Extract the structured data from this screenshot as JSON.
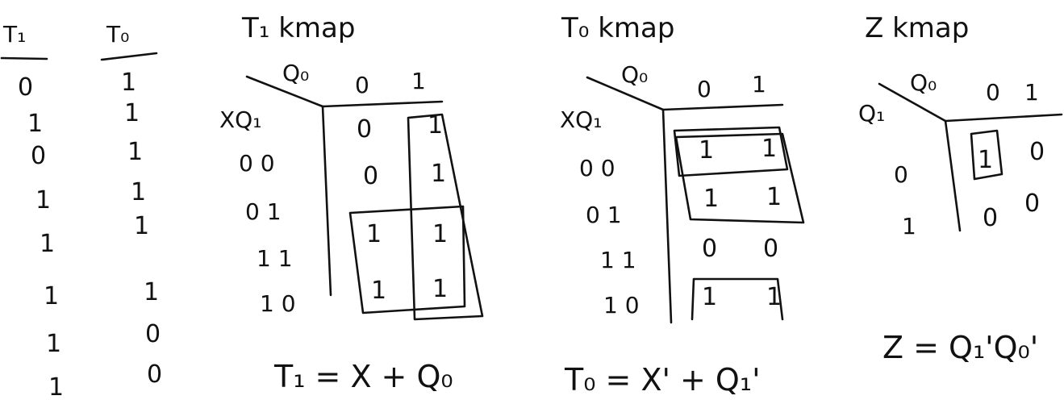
{
  "truth_columns": {
    "t1": {
      "header": "T₁",
      "values": [
        "0",
        "1",
        "0",
        "1",
        "1",
        "1",
        "1",
        "1"
      ]
    },
    "t0": {
      "header": "T₀",
      "values": [
        "1",
        "1",
        "1",
        "1",
        "1",
        "1",
        "0",
        "0"
      ]
    }
  },
  "kmaps": {
    "t1": {
      "title": "T₁ kmap",
      "col_var": "Q₀",
      "row_var": "XQ₁",
      "col_headers": [
        "0",
        "1"
      ],
      "row_headers": [
        "0 0",
        "0 1",
        "1 1",
        "1 0"
      ],
      "cells": [
        [
          "0",
          "1"
        ],
        [
          "0",
          "1"
        ],
        [
          "1",
          "1"
        ],
        [
          "1",
          "1"
        ]
      ],
      "equation": "T₁ = X + Q₀"
    },
    "t0": {
      "title": "T₀ kmap",
      "col_var": "Q₀",
      "row_var": "XQ₁",
      "col_headers": [
        "0",
        "1"
      ],
      "row_headers": [
        "0 0",
        "0 1",
        "1 1",
        "1 0"
      ],
      "cells": [
        [
          "1",
          "1"
        ],
        [
          "1",
          "1"
        ],
        [
          "0",
          "0"
        ],
        [
          "1",
          "1"
        ]
      ],
      "equation": "T₀ = X' + Q₁'"
    },
    "z": {
      "title": "Z kmap",
      "col_var": "Q₀",
      "row_var": "Q₁",
      "col_headers": [
        "0",
        "1"
      ],
      "row_headers": [
        "0",
        "1"
      ],
      "cells": [
        [
          "1",
          "0"
        ],
        [
          "0",
          "0"
        ]
      ],
      "equation": "Z = Q₁'Q₀'"
    }
  }
}
